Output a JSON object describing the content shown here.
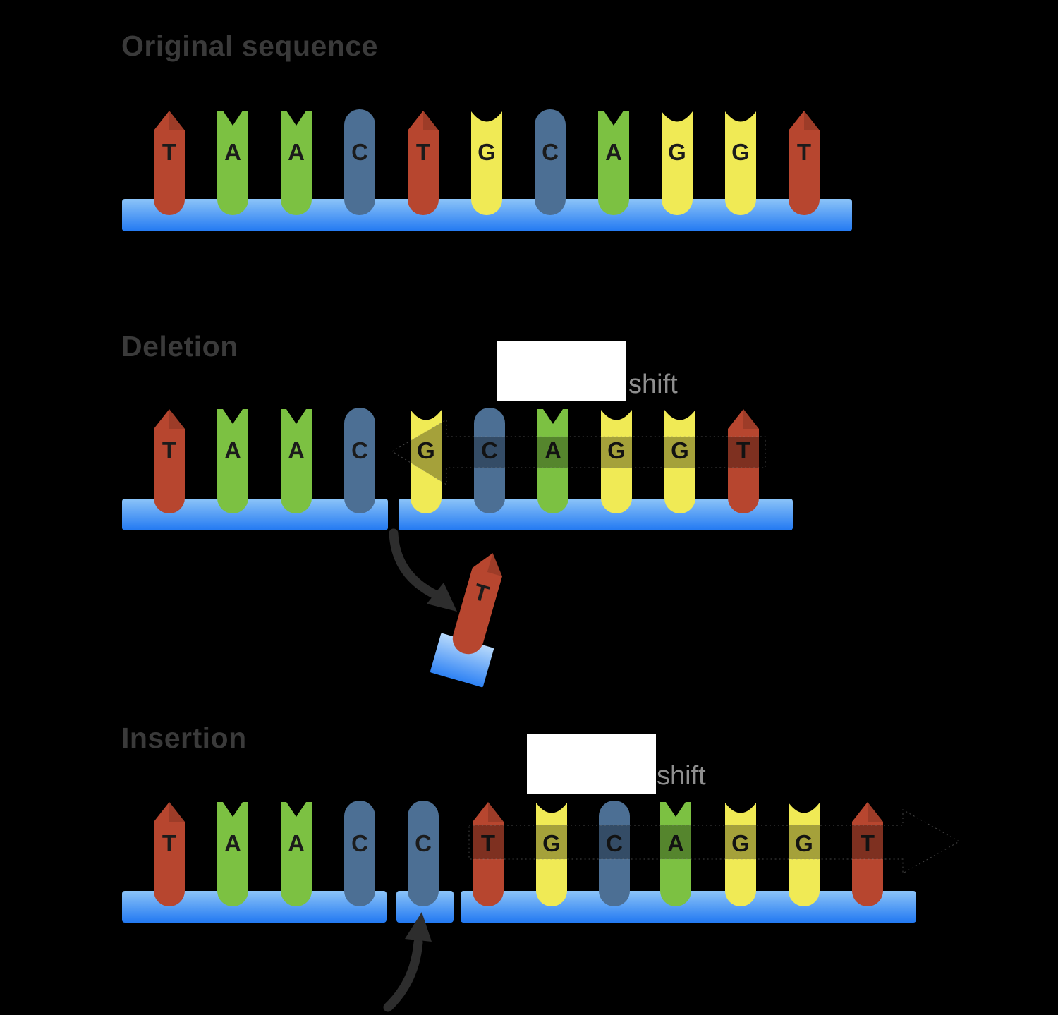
{
  "background": "#000000",
  "titles": {
    "original": "Original sequence",
    "deletion": "Deletion",
    "insertion": "Insertion"
  },
  "shift_label": "shift",
  "sequences": {
    "original": [
      "T",
      "A",
      "A",
      "C",
      "T",
      "G",
      "C",
      "A",
      "G",
      "G",
      "T"
    ],
    "deletion_left": [
      "T",
      "A",
      "A",
      "C"
    ],
    "deletion_shifted": [
      "G",
      "C",
      "A",
      "G",
      "G",
      "T"
    ],
    "deletion_removed": "T",
    "insertion_left": [
      "T",
      "A",
      "A",
      "C"
    ],
    "insertion_inserted": "C",
    "insertion_shifted": [
      "T",
      "G",
      "C",
      "A",
      "G",
      "G",
      "T"
    ]
  },
  "colors": {
    "title_text": "#3a3a3a",
    "shift_text": "#8f8f8f",
    "whiteout_box": "#ffffff",
    "letter": "#1b1b1b",
    "arrow": "#2d2d2d",
    "overlay_fill": "rgba(0,0,0,0.31)",
    "overlay_stroke": "rgba(135,135,135,0.5)",
    "backbone_top": "#8cc4f8",
    "backbone_bottom": "#2279f2",
    "fragment_top": "#b8dafc",
    "fragment_bottom": "#2e82f4",
    "nucleotides": {
      "T": "#b7462f",
      "A": "#7cc142",
      "C": "#4c6f94",
      "G": "#f0ea55"
    }
  }
}
